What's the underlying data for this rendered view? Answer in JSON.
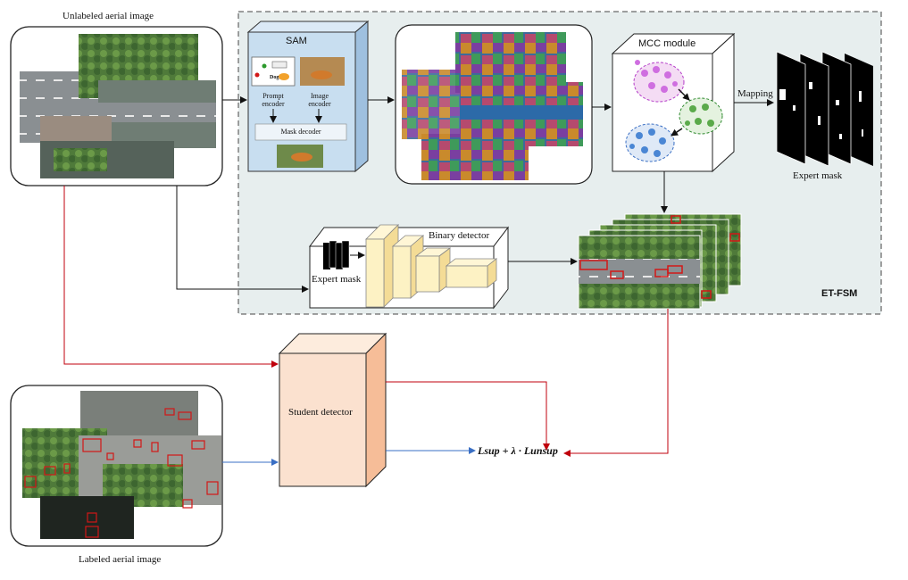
{
  "unlabeled": {
    "title": "Unlabeled aerial image"
  },
  "labeled": {
    "title": "Labeled aerial image"
  },
  "sam": {
    "title": "SAM",
    "prompt_encoder": "Prompt encoder",
    "image_encoder": "Image encoder",
    "mask_decoder": "Mask decoder",
    "dog_label": "Dog"
  },
  "mcc": {
    "title": "MCC module"
  },
  "mapping": {
    "label": "Mapping"
  },
  "expert_mask_top": {
    "label": "Expert mask"
  },
  "binary_detector": {
    "title": "Binary detector",
    "expert_mask_label": "Expert mask"
  },
  "et_fsm": {
    "label": "ET-FSM"
  },
  "student": {
    "label": "Student detector"
  },
  "loss": {
    "formula": "Lsup + λ · Lunsup"
  },
  "colors": {
    "arrow_red": "#c0000c",
    "arrow_blue": "#3a6fc4",
    "panel_bg": "#e7eeee",
    "sam_box": "#c8def0",
    "student_box": "#fbe1cf",
    "detector_box": "#fdf2c4"
  }
}
